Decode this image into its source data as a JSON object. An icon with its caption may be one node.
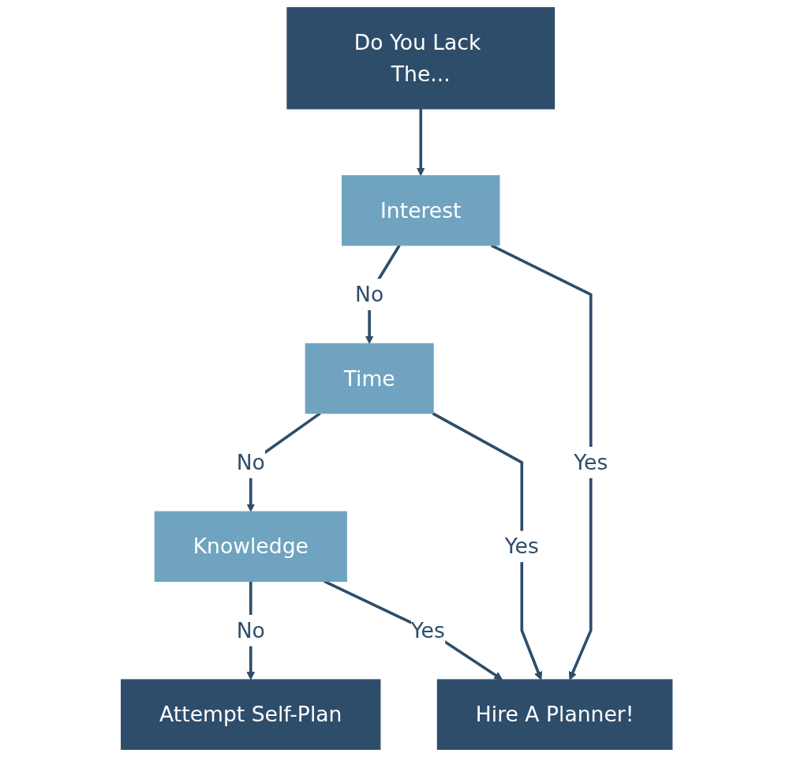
{
  "diagram": {
    "nodes": [
      {
        "text": [
          "Do You Lack The..."
        ]
      },
      {
        "text": [
          "Interest"
        ]
      },
      {
        "text": [
          "Time"
        ]
      },
      {
        "text": [
          "Knowledge"
        ]
      },
      {
        "text": [
          "Attempt Self-Plan"
        ]
      },
      {
        "text": [
          "Hire A Planner!"
        ]
      }
    ],
    "edges": [
      {
        "from": 0,
        "to": 1,
        "arrow": "to"
      },
      {
        "from": 1,
        "to": 2,
        "arrow": "to",
        "label": "No"
      },
      {
        "from": 2,
        "to": 3,
        "arrow": "to",
        "label": "No"
      },
      {
        "from": 3,
        "to": 4,
        "arrow": "to",
        "label": "No"
      },
      {
        "from": 1,
        "to": 5,
        "arrow": "to",
        "label": "Yes"
      },
      {
        "from": 2,
        "to": 5,
        "arrow": "to",
        "label": "Yes"
      },
      {
        "from": 3,
        "to": 5,
        "arrow": "to",
        "label": "Yes"
      }
    ]
  }
}
